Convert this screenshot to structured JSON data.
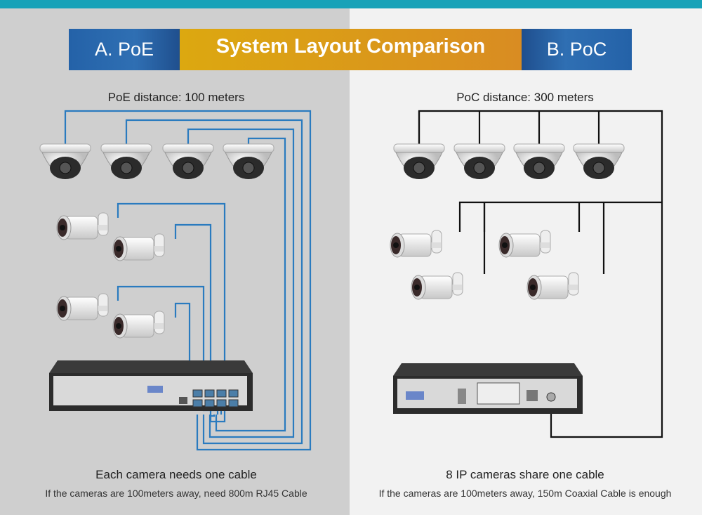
{
  "header": {
    "left_label": "A. PoE",
    "title": "System Layout Comparison",
    "right_label": "B. PoC"
  },
  "poe": {
    "distance": "PoE distance: 100 meters",
    "caption": "Each camera needs one cable",
    "subcaption": "If the cameras are 100meters away, need 800m RJ45 Cable",
    "cable_color": "#2a7bbf",
    "dome_cameras": 4,
    "bullet_cameras": 4
  },
  "poc": {
    "distance": "PoC distance: 300 meters",
    "caption": "8 IP cameras share one cable",
    "subcaption": "If the cameras are 100meters away, 150m Coaxial Cable is enough",
    "cable_color": "#111111",
    "dome_cameras": 4,
    "bullet_cameras": 4
  },
  "colors": {
    "top_bar": "#17a2b8",
    "banner_blue": "#2462a8",
    "banner_gold": "#dca810",
    "left_bg": "#cfcfcf",
    "right_bg": "#f2f2f2"
  }
}
